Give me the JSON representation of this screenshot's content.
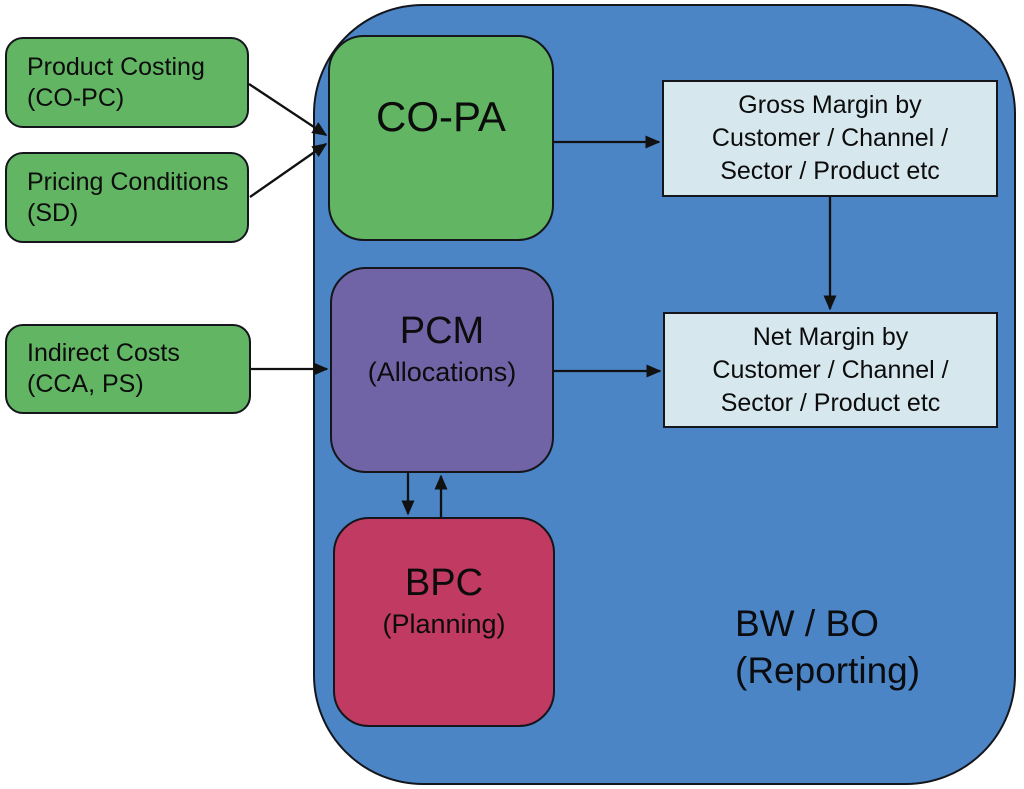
{
  "title": "SAP profitability data flow diagram",
  "colors": {
    "background": "#ffffff",
    "source_box_green": "#62b563",
    "container_blue": "#4b85c6",
    "copa_green": "#62b563",
    "pcm_purple": "#7064a6",
    "bpc_crimson": "#c03a62",
    "output_light_blue": "#d6e8ee",
    "border": "#14161c",
    "arrow": "#111111",
    "text": "#0c0c0c"
  },
  "nodes": {
    "product_costing": {
      "line1": "Product Costing",
      "line2": "(CO-PC)"
    },
    "pricing_conditions": {
      "line1": "Pricing Conditions",
      "line2": "(SD)"
    },
    "indirect_costs": {
      "line1": "Indirect Costs",
      "line2": "(CCA, PS)"
    },
    "copa": {
      "title": "CO-PA"
    },
    "pcm": {
      "title": "PCM",
      "subtitle": "(Allocations)"
    },
    "bpc": {
      "title": "BPC",
      "subtitle": "(Planning)"
    },
    "gross_margin": {
      "line1": "Gross Margin by",
      "line2": "Customer / Channel /",
      "line3": "Sector / Product etc"
    },
    "net_margin": {
      "line1": "Net Margin by",
      "line2": "Customer / Channel /",
      "line3": "Sector / Product etc"
    },
    "reporting_container": {
      "line1": "BW / BO",
      "line2": "(Reporting)"
    }
  },
  "edges": [
    {
      "from": "product_costing",
      "to": "copa"
    },
    {
      "from": "pricing_conditions",
      "to": "copa"
    },
    {
      "from": "indirect_costs",
      "to": "pcm"
    },
    {
      "from": "copa",
      "to": "gross_margin"
    },
    {
      "from": "pcm",
      "to": "net_margin"
    },
    {
      "from": "gross_margin",
      "to": "net_margin"
    },
    {
      "from": "pcm",
      "to": "bpc"
    },
    {
      "from": "bpc",
      "to": "pcm"
    }
  ]
}
